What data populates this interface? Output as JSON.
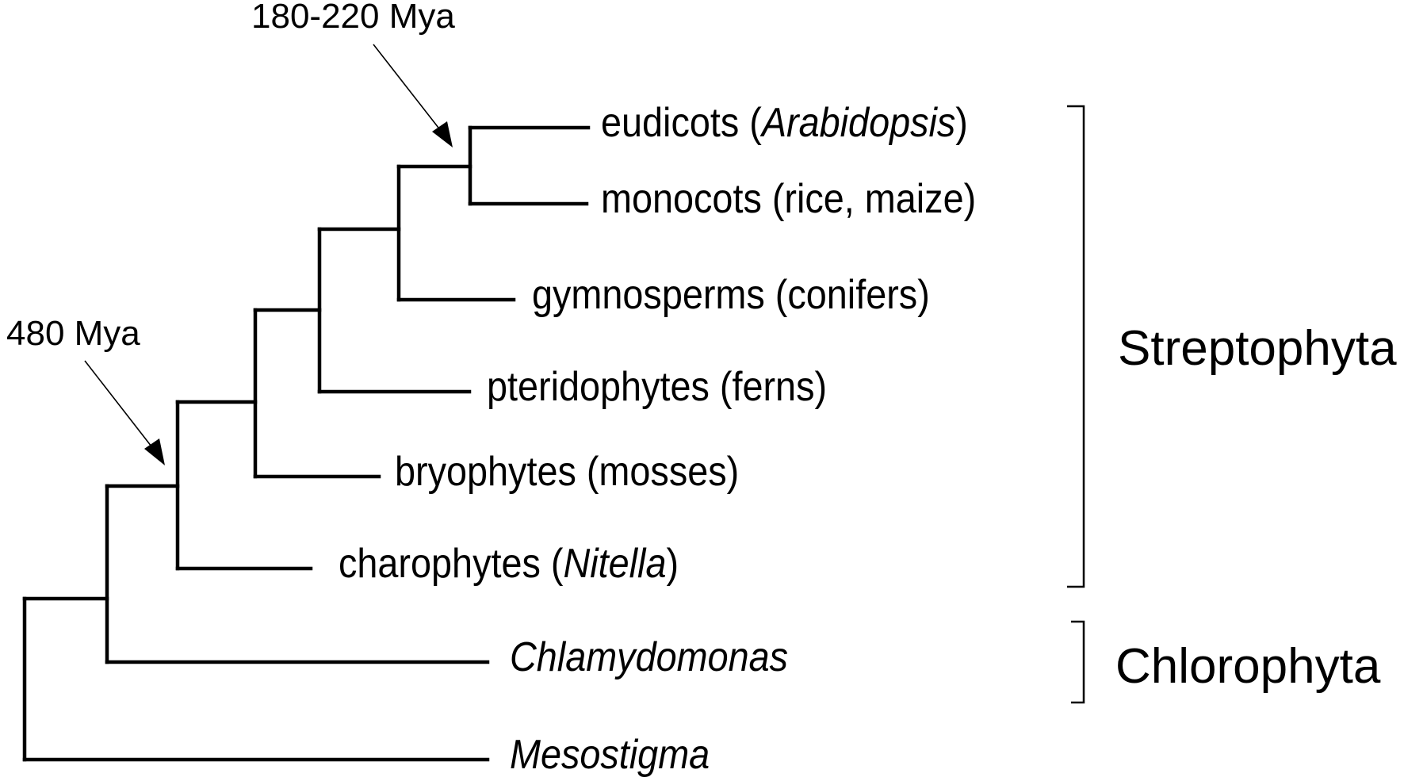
{
  "diagram": {
    "type": "phylogenetic-tree",
    "taxa": [
      {
        "id": "eudicots",
        "parts": [
          {
            "text": "eudicots (",
            "italic": false
          },
          {
            "text": "Arabidopsis",
            "italic": true
          },
          {
            "text": ")",
            "italic": false
          }
        ]
      },
      {
        "id": "monocots",
        "parts": [
          {
            "text": "monocots (rice, maize)",
            "italic": false
          }
        ]
      },
      {
        "id": "gymnosperms",
        "parts": [
          {
            "text": "gymnosperms (conifers)",
            "italic": false
          }
        ]
      },
      {
        "id": "pteridophytes",
        "parts": [
          {
            "text": "pteridophytes (ferns)",
            "italic": false
          }
        ]
      },
      {
        "id": "bryophytes",
        "parts": [
          {
            "text": "bryophytes (mosses)",
            "italic": false
          }
        ]
      },
      {
        "id": "charophytes",
        "parts": [
          {
            "text": "charophytes (",
            "italic": false
          },
          {
            "text": "Nitella",
            "italic": true
          },
          {
            "text": ")",
            "italic": false
          }
        ]
      },
      {
        "id": "chlamydomonas",
        "parts": [
          {
            "text": "Chlamydomonas",
            "italic": true
          }
        ]
      },
      {
        "id": "mesostigma",
        "parts": [
          {
            "text": "Mesostigma",
            "italic": true
          }
        ]
      }
    ],
    "topology": "(Mesostigma,(Chlamydomonas,(charophytes,(bryophytes,(pteridophytes,(gymnosperms,(eudicots,monocots)))))))",
    "annotations": [
      {
        "id": "angiosperm-split",
        "text": "180-220 Mya",
        "points_to_node": "eudicots+monocots"
      },
      {
        "id": "streptophyta-origin",
        "text": "480 Mya",
        "points_to_node": "Streptophyta"
      }
    ],
    "groups": [
      {
        "id": "streptophyta",
        "label": "Streptophyta",
        "members": [
          "eudicots",
          "monocots",
          "gymnosperms",
          "pteridophytes",
          "bryophytes",
          "charophytes"
        ]
      },
      {
        "id": "chlorophyta",
        "label": "Chlorophyta",
        "members": [
          "chlamydomonas"
        ]
      }
    ]
  }
}
